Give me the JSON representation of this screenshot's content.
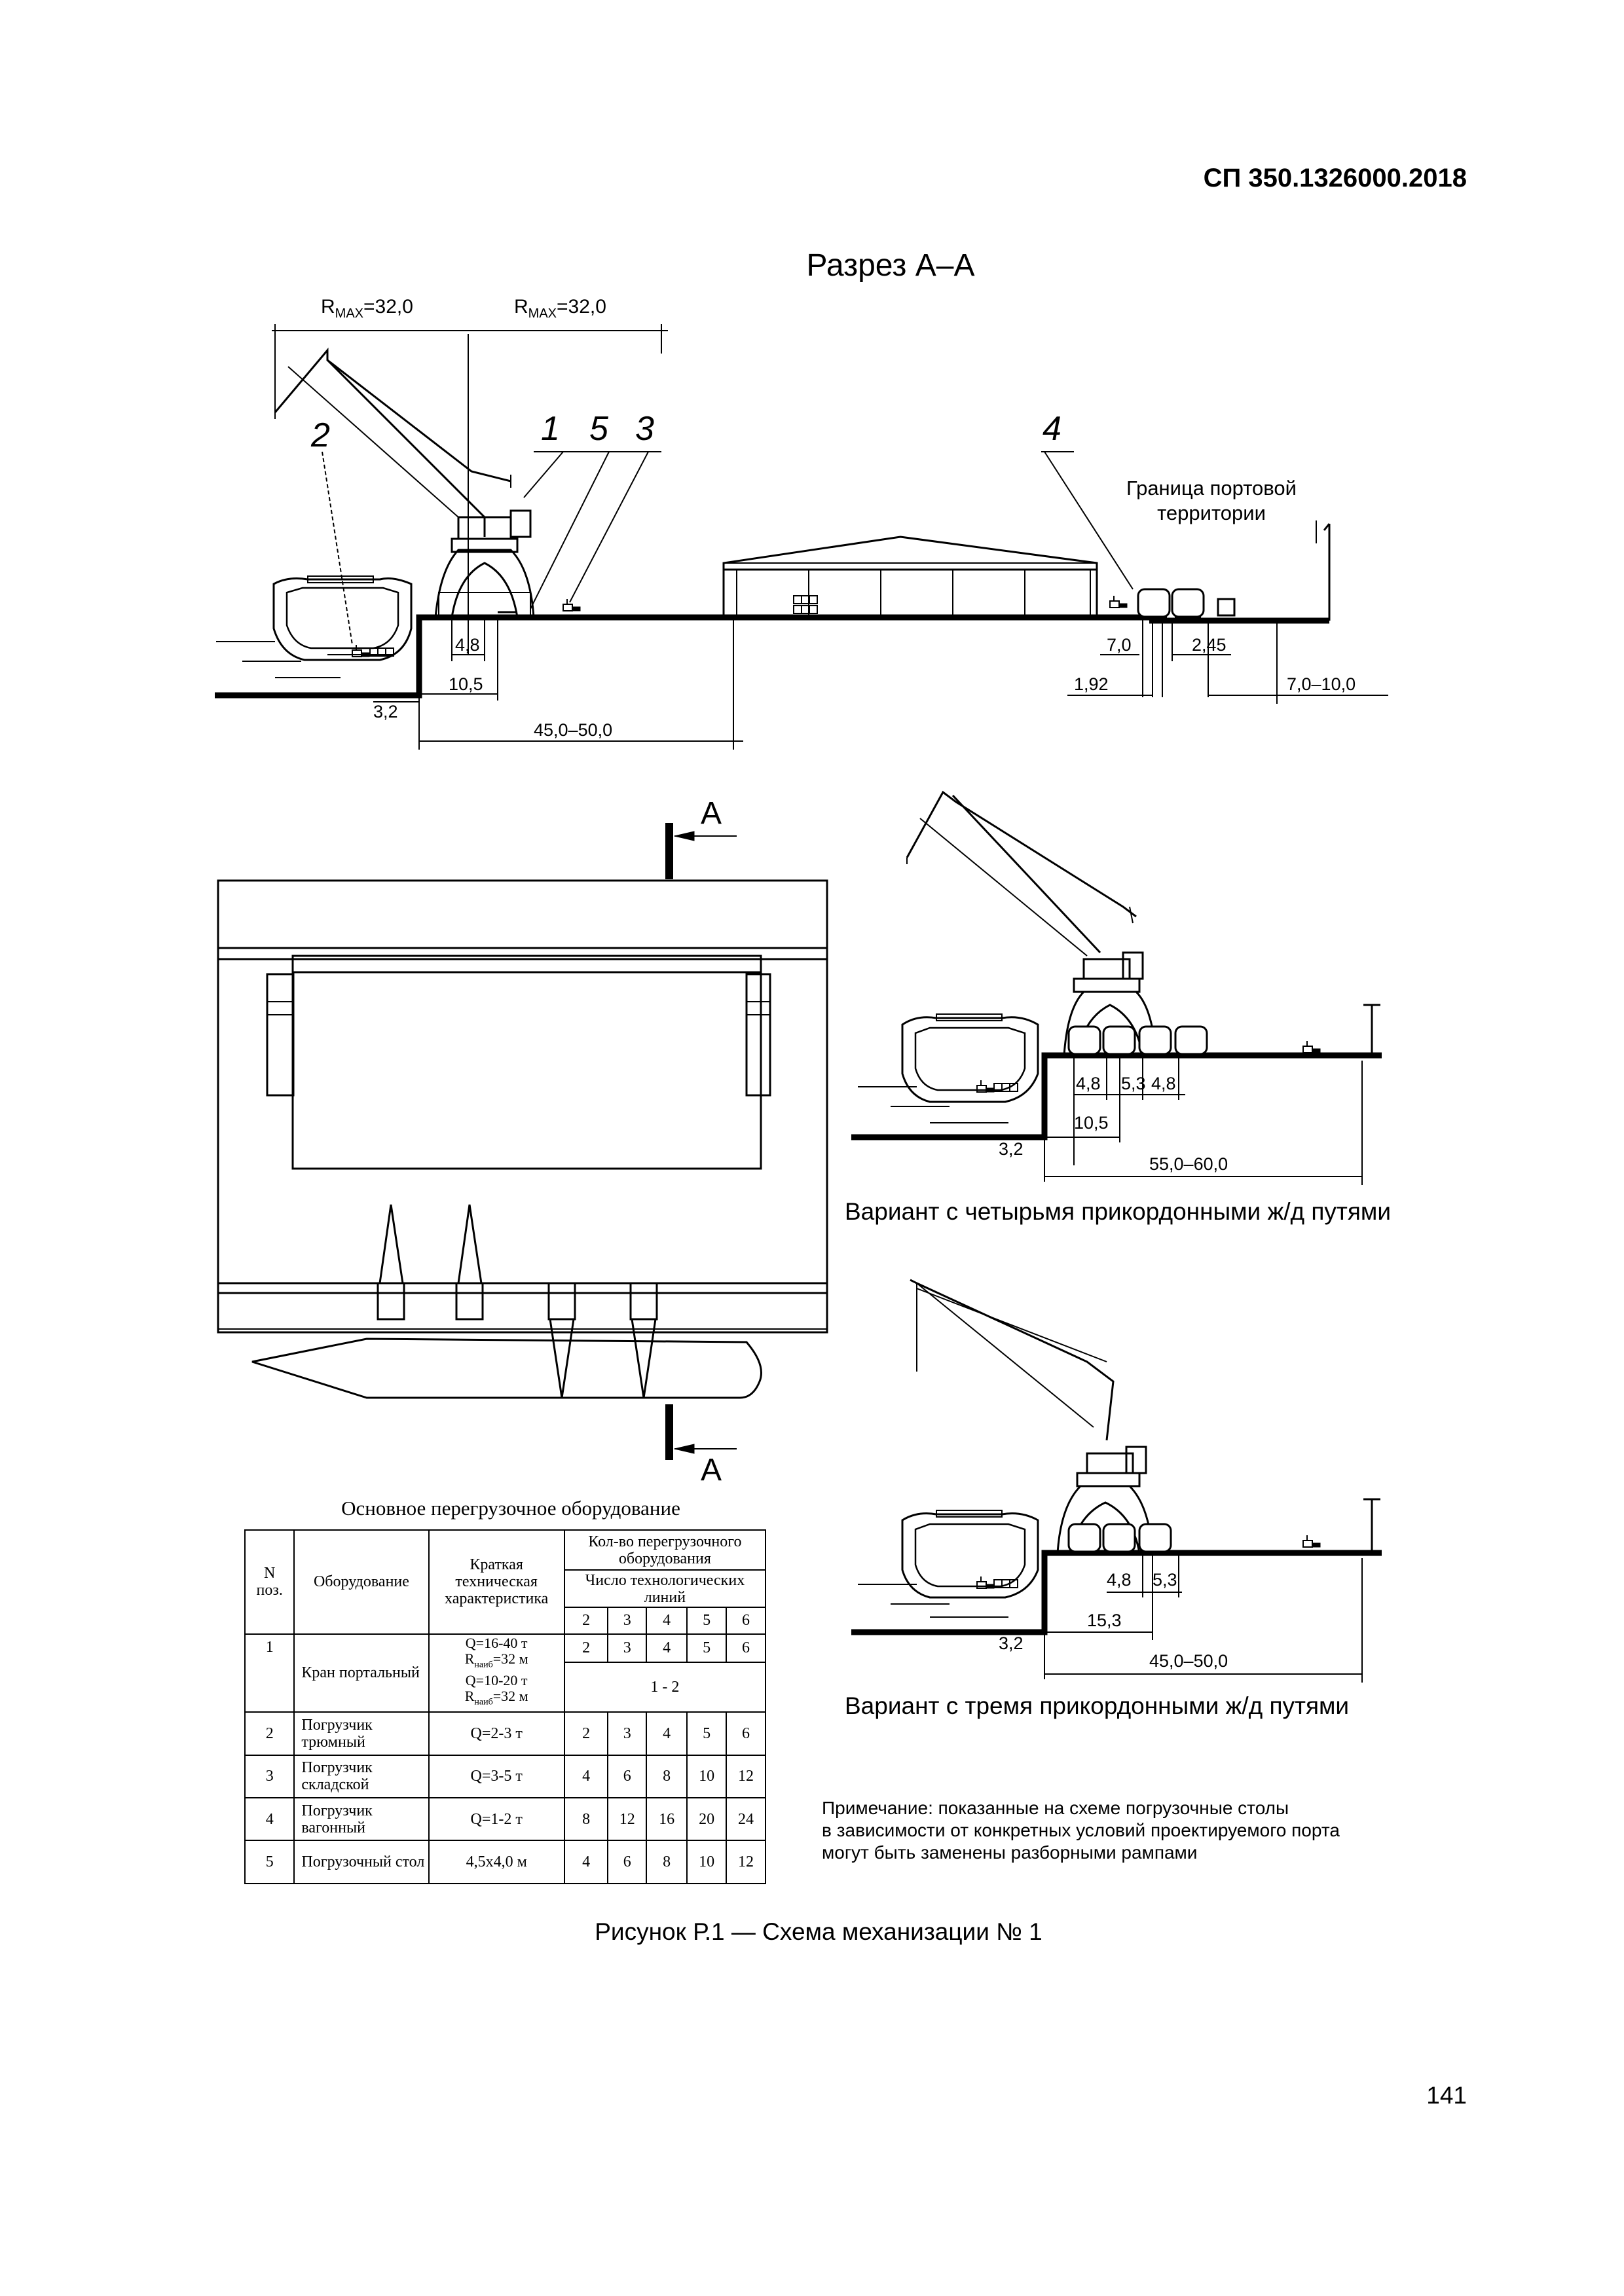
{
  "header": {
    "doc_code": "СП 350.1326000.2018"
  },
  "section": {
    "title": "Разрез  А–А",
    "rmax_left": {
      "main": "R",
      "sub": "MAX",
      "value": "=32,0"
    },
    "rmax_right": {
      "main": "R",
      "sub": "MAX",
      "value": "=32,0"
    },
    "callouts": [
      "2",
      "1",
      "5",
      "3",
      "4"
    ],
    "boundary_line1": "Граница портовой",
    "boundary_line2": "территории",
    "dims": {
      "d48": "4,8",
      "d105": "10,5",
      "d32": "3,2",
      "d4550": "45,0–50,0",
      "d70": "7,0",
      "d245": "2,45",
      "d192": "1,92",
      "d70100": "7,0–10,0"
    }
  },
  "plan": {
    "mark_top": "А",
    "mark_bottom": "А"
  },
  "variant4": {
    "caption": "Вариант с четырьмя прикордонными ж/д путями",
    "dims": {
      "d48a": "4,8",
      "d53": "5,3",
      "d48b": "4,8",
      "d105": "10,5",
      "d32": "3,2",
      "d5560": "55,0–60,0"
    }
  },
  "variant3": {
    "caption": "Вариант с тремя прикордонными ж/д путями",
    "dims": {
      "d48": "4,8",
      "d53": "5,3",
      "d153": "15,3",
      "d32": "3,2",
      "d4550": "45,0–50,0"
    }
  },
  "note": {
    "line1": "Примечание: показанные на схеме погрузочные столы",
    "line2": "в зависимости от конкретных условий проектируемого порта",
    "line3": "могут быть заменены разборными рампами"
  },
  "table": {
    "title": "Основное перегрузочное оборудование",
    "headers": {
      "pos_line1": "N",
      "pos_line2": "поз.",
      "equipment": "Оборудование",
      "spec_line1": "Краткая",
      "spec_line2": "техническая",
      "spec_line3": "характеристика",
      "count_group_line1": "Кол-во перегрузочного",
      "count_group_line2": "оборудования",
      "lines_line1": "Число технологических",
      "lines_line2": "линий",
      "cols": [
        "2",
        "3",
        "4",
        "5",
        "6"
      ]
    },
    "rows": [
      {
        "n": "1",
        "name": "Кран портальный",
        "spec": [
          "Q=16-40 т",
          "R",
          "наиб",
          "=32 м",
          "Q=10-20 т",
          "R",
          "наиб",
          "=32 м"
        ],
        "values": [
          "2",
          "3",
          "4",
          "5",
          "6"
        ],
        "values2": "1 - 2"
      },
      {
        "n": "2",
        "name": "Погрузчик трюмный",
        "spec": "Q=2-3 т",
        "values": [
          "2",
          "3",
          "4",
          "5",
          "6"
        ]
      },
      {
        "n": "3",
        "name": "Погрузчик складской",
        "spec": "Q=3-5 т",
        "values": [
          "4",
          "6",
          "8",
          "10",
          "12"
        ]
      },
      {
        "n": "4",
        "name": "Погрузчик вагонный",
        "spec": "Q=1-2 т",
        "values": [
          "8",
          "12",
          "16",
          "20",
          "24"
        ]
      },
      {
        "n": "5",
        "name": "Погрузочный стол",
        "spec": "4,5х4,0 м",
        "values": [
          "4",
          "6",
          "8",
          "10",
          "12"
        ]
      }
    ]
  },
  "figure": {
    "caption": "Рисунок Р.1 — Схема механизации № 1"
  },
  "page": {
    "number": "141"
  }
}
